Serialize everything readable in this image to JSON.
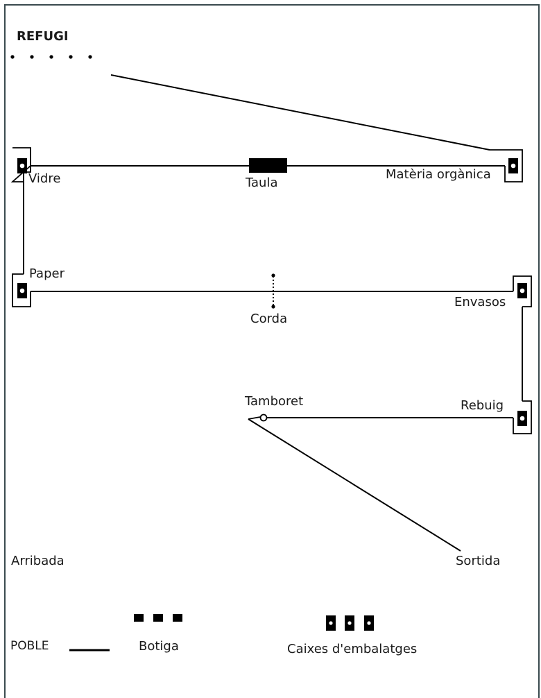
{
  "title": "REFUGI",
  "stations": {
    "vidre": "Vidre",
    "taula": "Taula",
    "materia": "Matèria orgànica",
    "paper": "Paper",
    "corda": "Corda",
    "envasos": "Envasos",
    "tamboret": "Tamboret",
    "rebuig": "Rebuig"
  },
  "route": {
    "start": "Arribada",
    "end": "Sortida"
  },
  "legend": {
    "poble": "POBLE",
    "botiga": "Botiga",
    "caixes": "Caixes d'embalatges"
  },
  "colors": {
    "ink": "#000000",
    "frame": "#3a4a4e"
  }
}
